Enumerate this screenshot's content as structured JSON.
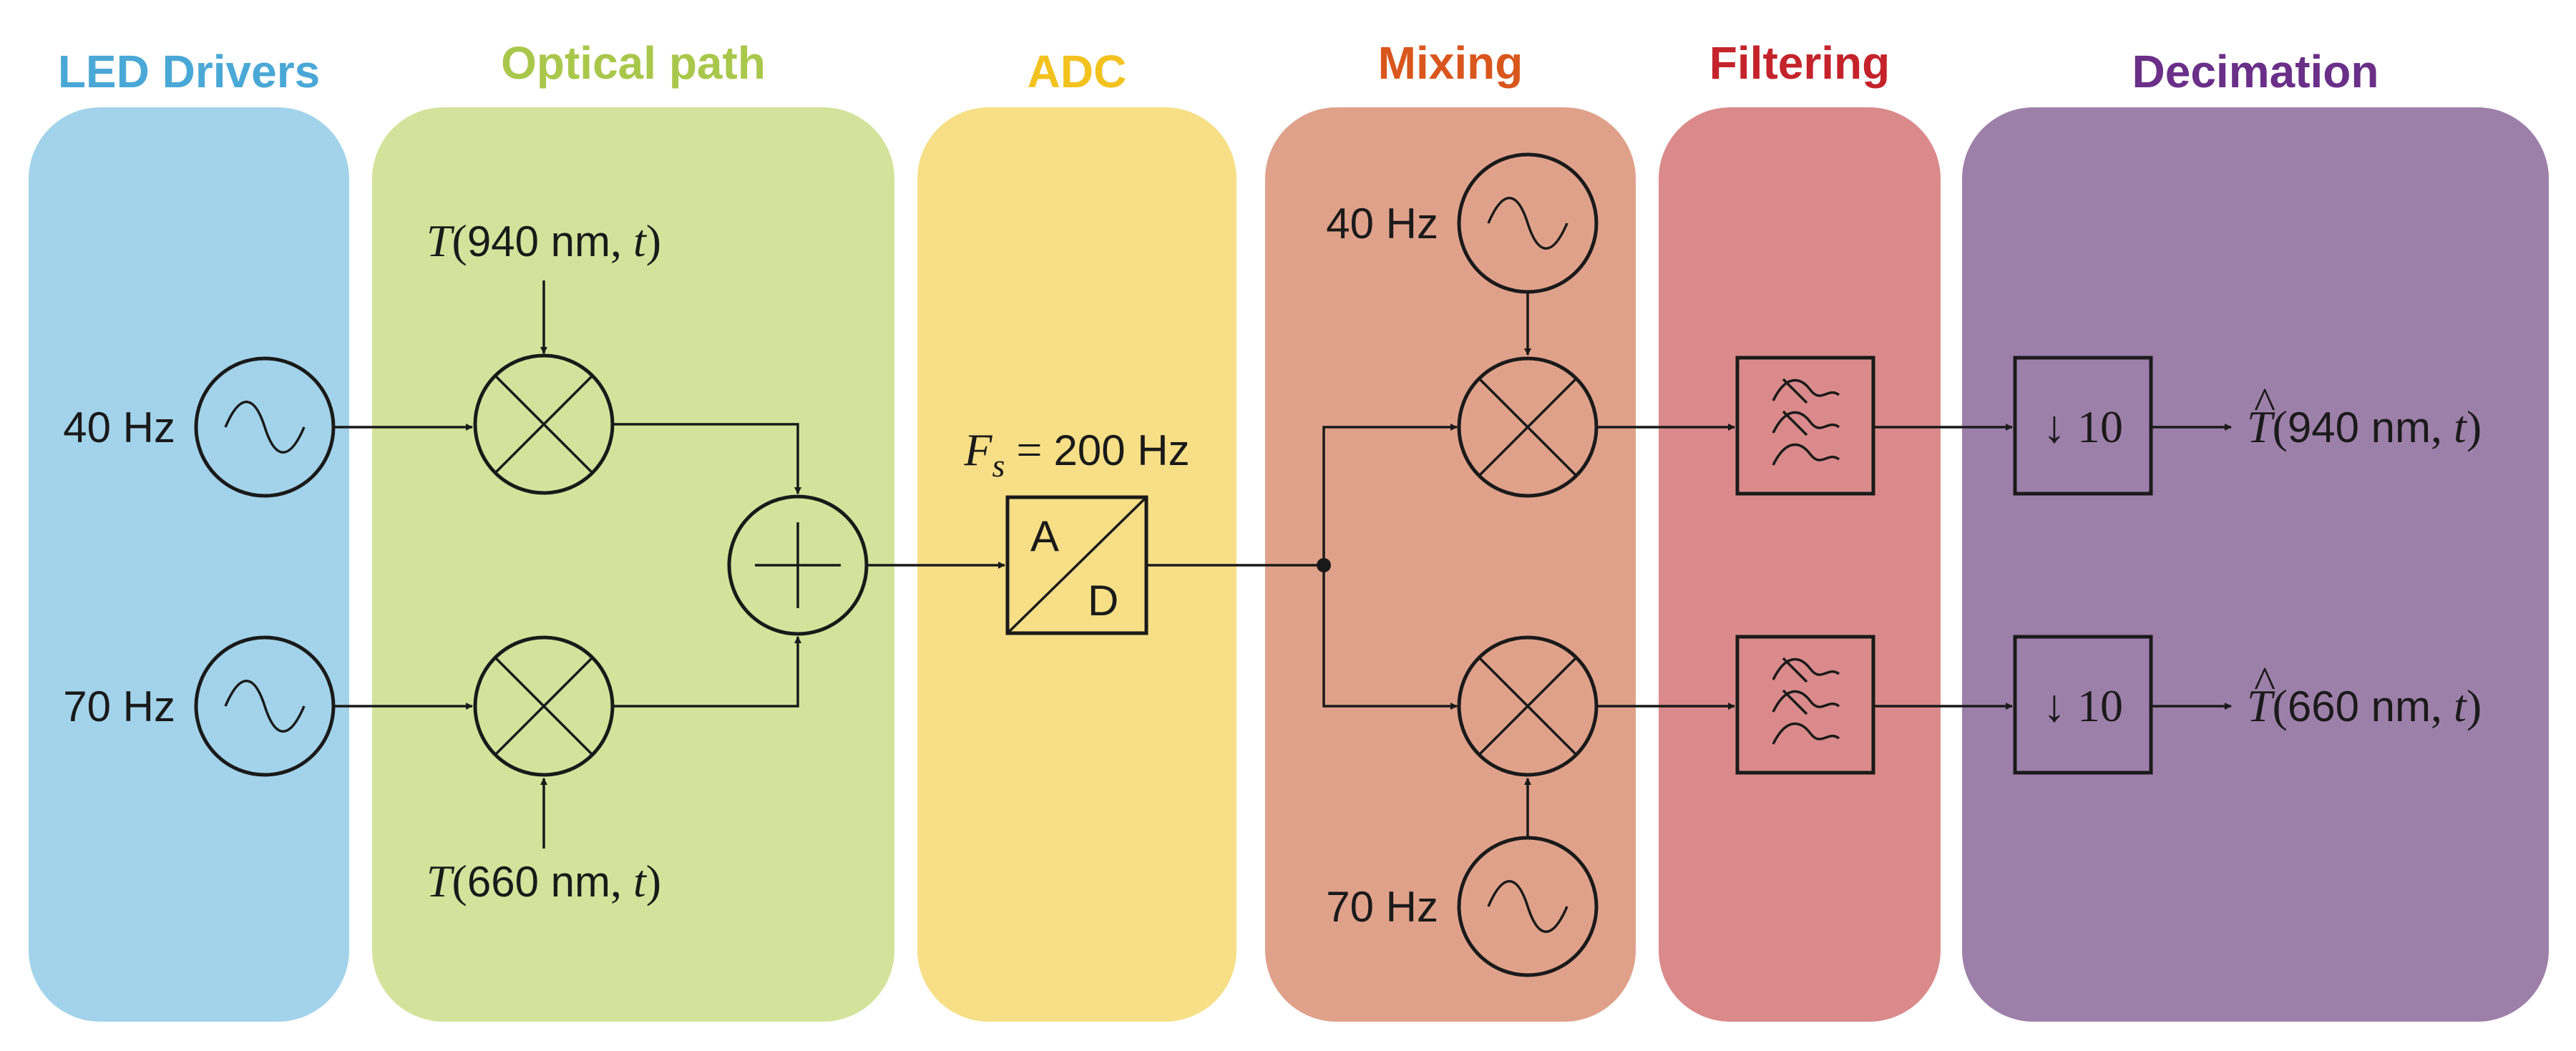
{
  "stages": [
    {
      "title": "LED Drivers",
      "color": "#a2d3ea",
      "title_color": "#4aa8d6"
    },
    {
      "title": "Optical path",
      "color": "#d5e29b",
      "title_color": "#a9c74a"
    },
    {
      "title": "ADC",
      "color": "#f6df86",
      "title_color": "#f2c21e"
    },
    {
      "title": "Mixing",
      "color": "#e0a18a",
      "title_color": "#d9561d"
    },
    {
      "title": "Filtering",
      "color": "#da8a8a",
      "title_color": "#c4232b"
    },
    {
      "title": "Decimation",
      "color": "#9d80a9",
      "title_color": "#6a2f88"
    }
  ],
  "led_drivers": {
    "osc_top_label": "40 Hz",
    "osc_bottom_label": "70 Hz"
  },
  "optical_path": {
    "top_input": {
      "symbol": "T",
      "wavelength": "940 nm",
      "var": "t"
    },
    "bottom_input": {
      "symbol": "T",
      "wavelength": "660 nm",
      "var": "t"
    }
  },
  "adc": {
    "fs_symbol": "F",
    "fs_subscript": "s",
    "fs_equals": "= 200 Hz",
    "a_label": "A",
    "d_label": "D"
  },
  "mixing": {
    "osc_top_label": "40 Hz",
    "osc_bottom_label": "70 Hz"
  },
  "decimation": {
    "factor_label": "↓ 10",
    "output_top": {
      "symbol": "T",
      "hat": "^",
      "wavelength": "940 nm",
      "var": "t"
    },
    "output_bottom": {
      "symbol": "T",
      "hat": "^",
      "wavelength": "660 nm",
      "var": "t"
    }
  }
}
